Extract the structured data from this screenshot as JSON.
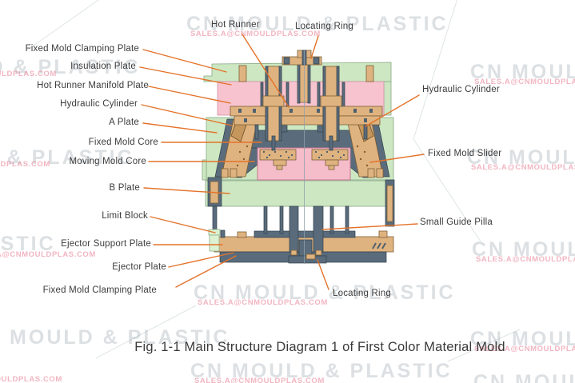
{
  "watermark": {
    "brand": "CN MOULD & PLASTIC",
    "email": "SALES.A@CNMOULDPLAS.COM"
  },
  "figure": {
    "caption": "Fig. 1-1 Main Structure Diagram 1 of First Color Material Mold"
  },
  "colors": {
    "leader_line": "#e4732a",
    "plate_green": "#cde7c2",
    "plate_pink": "#f7c3cf",
    "component_tan": "#dfb380",
    "component_slate": "#5a6c7c",
    "limit_block_green": "#ddf2d2",
    "label_text": "#3c3c3c"
  },
  "labels": {
    "left": [
      {
        "text": "Fixed Mold Clamping Plate"
      },
      {
        "text": "Insulation Plate"
      },
      {
        "text": "Hot Runner Manifold Plate"
      },
      {
        "text": "Hydraulic Cylinder"
      },
      {
        "text": "A Plate"
      },
      {
        "text": "Fixed Mold Core"
      },
      {
        "text": "Moving Mold Core"
      },
      {
        "text": "B Plate"
      },
      {
        "text": "Limit Block"
      },
      {
        "text": "Ejector Support Plate"
      },
      {
        "text": "Ejector Plate"
      },
      {
        "text": "Fixed Mold Clamping Plate"
      }
    ],
    "top": [
      {
        "text": "Hot Runner"
      },
      {
        "text": "Locating Ring"
      }
    ],
    "right": [
      {
        "text": "Hydraulic Cylinder"
      },
      {
        "text": "Fixed Mold Slider"
      },
      {
        "text": "Small Guide Pilla"
      },
      {
        "text": "Locating Ring"
      }
    ]
  }
}
